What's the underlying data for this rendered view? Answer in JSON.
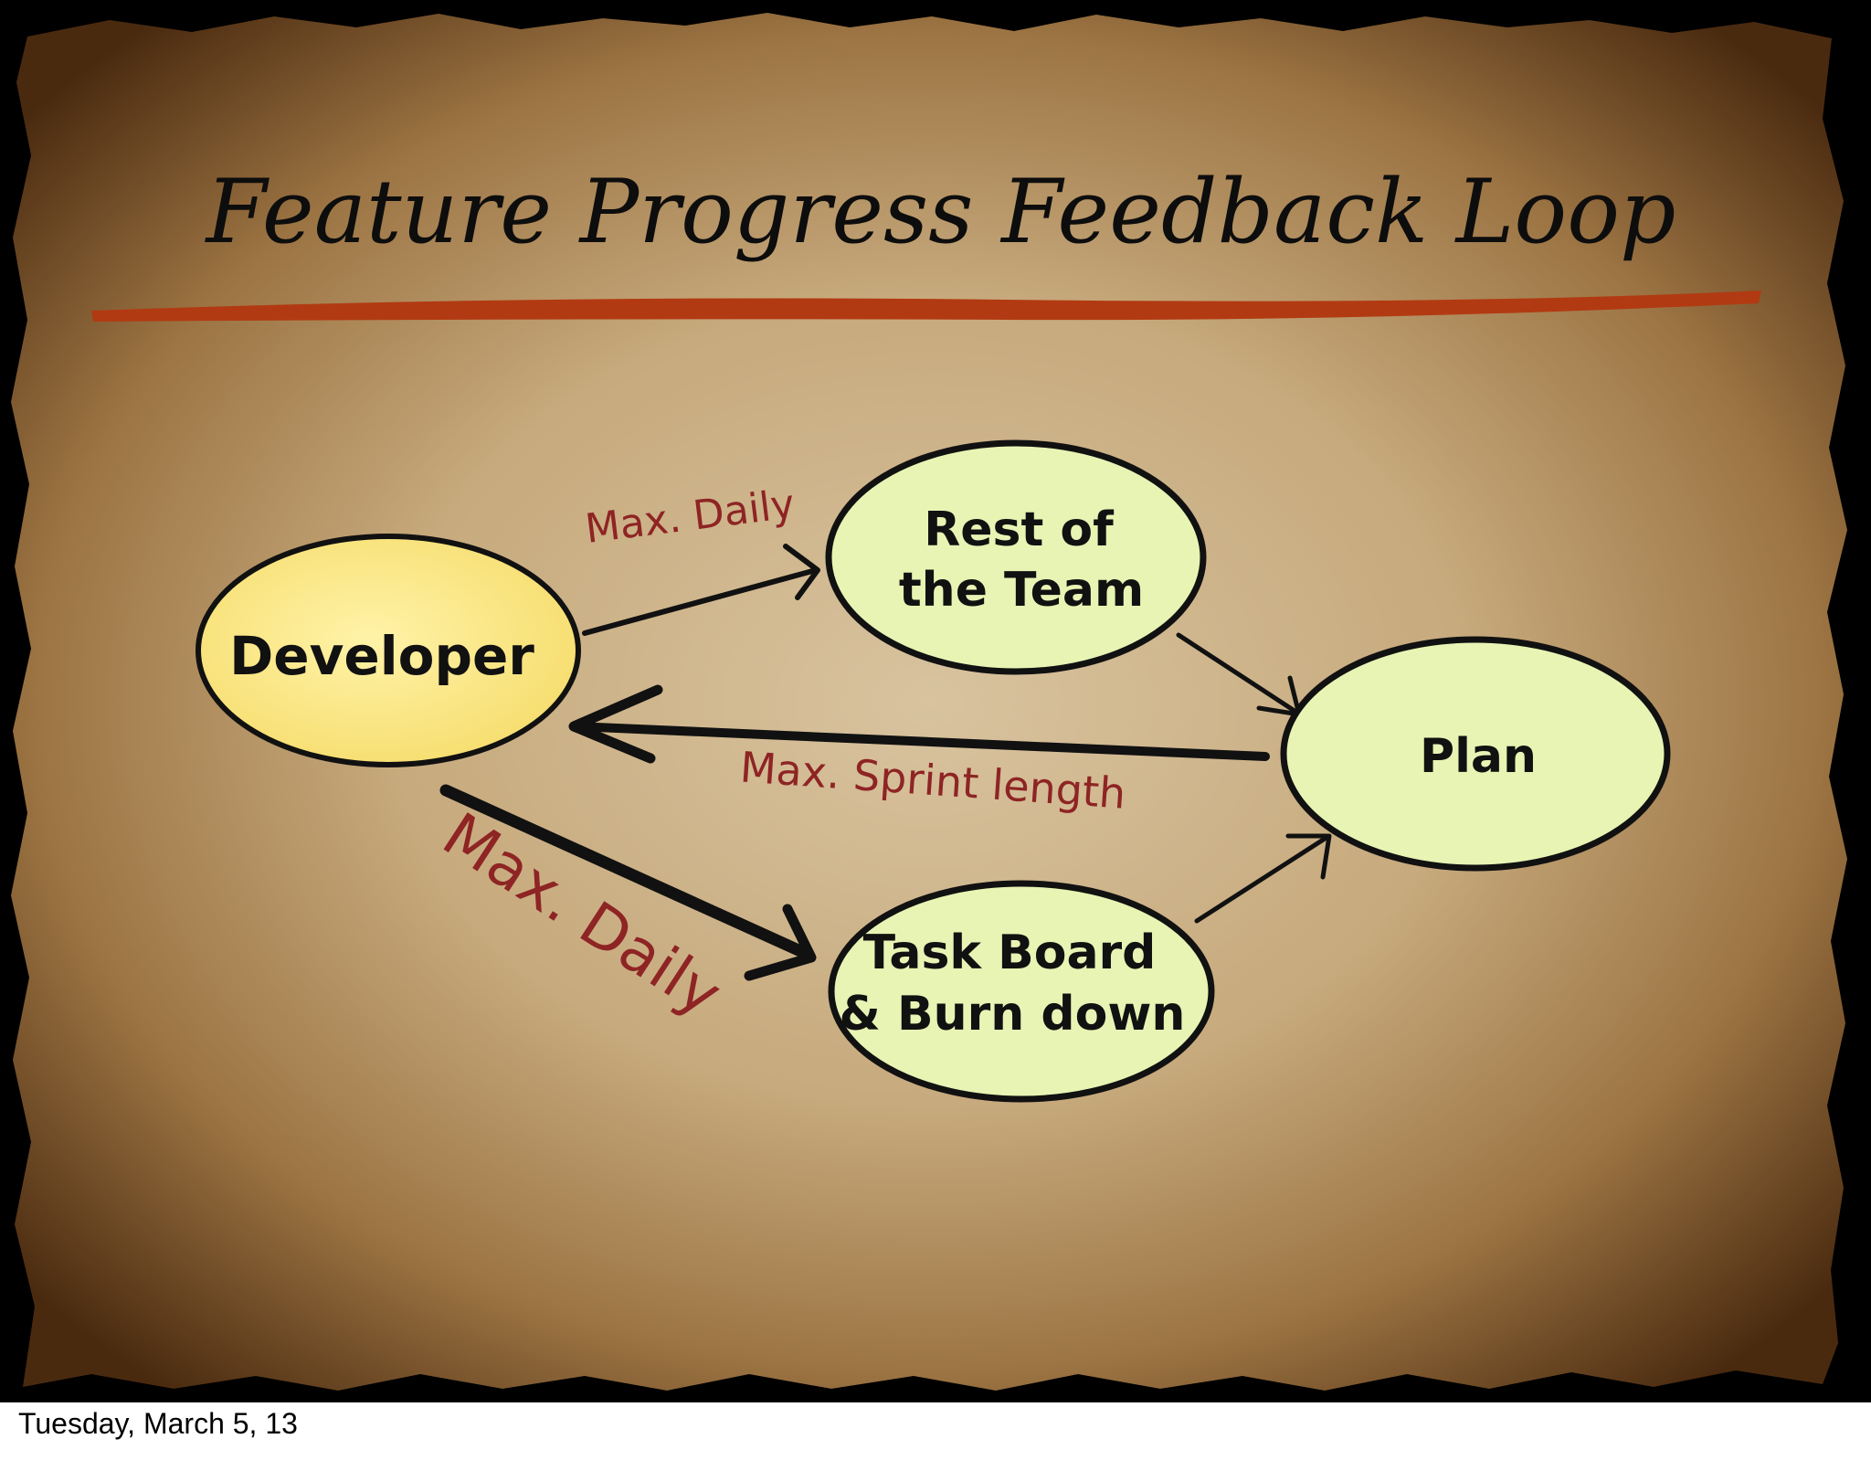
{
  "slide": {
    "title": "Feature Progress Feedback Loop",
    "footer_date": "Tuesday, March 5, 13"
  },
  "diagram": {
    "nodes": [
      {
        "id": "developer",
        "lines": [
          "Developer"
        ],
        "fill": "#fbe98a"
      },
      {
        "id": "rest_of_team",
        "lines": [
          "Rest of",
          "the Team"
        ],
        "fill": "#e7f4b4"
      },
      {
        "id": "plan",
        "lines": [
          "Plan"
        ],
        "fill": "#e7f4b4"
      },
      {
        "id": "task_board",
        "lines": [
          "Task Board",
          "& Burn down"
        ],
        "fill": "#e7f4b4"
      }
    ],
    "edges": [
      {
        "from": "developer",
        "to": "rest_of_team",
        "label": "Max. Daily"
      },
      {
        "from": "rest_of_team",
        "to": "plan",
        "label": ""
      },
      {
        "from": "plan",
        "to": "developer",
        "label": "Max. Sprint length"
      },
      {
        "from": "developer",
        "to": "task_board",
        "label": "Max. Daily"
      },
      {
        "from": "task_board",
        "to": "plan",
        "label": ""
      }
    ]
  },
  "colors": {
    "title_underline": "#b23a12",
    "edge_label": "#8e2424",
    "outline": "#111111",
    "parchment": "#c7a77a",
    "burnt_edge": "#3a200c"
  }
}
